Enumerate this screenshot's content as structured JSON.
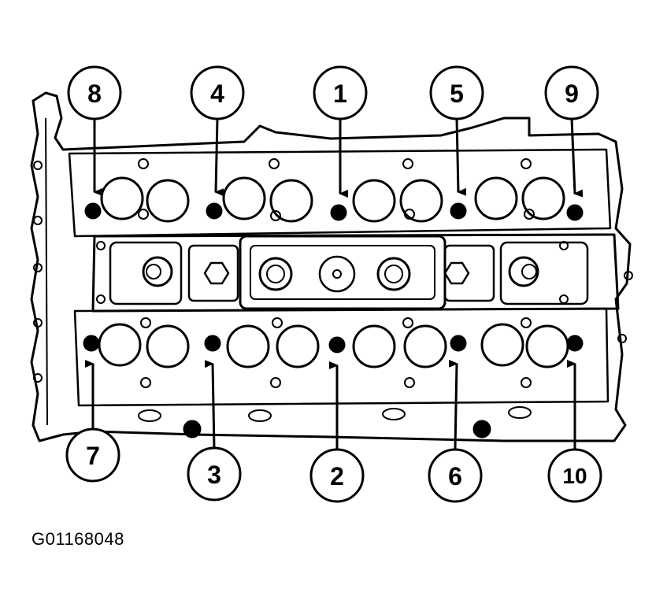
{
  "figure_id": "G01168048",
  "callouts": [
    {
      "label": "1",
      "bolt": "bolt-1"
    },
    {
      "label": "2",
      "bolt": "bolt-2"
    },
    {
      "label": "3",
      "bolt": "bolt-3"
    },
    {
      "label": "4",
      "bolt": "bolt-4"
    },
    {
      "label": "5",
      "bolt": "bolt-5"
    },
    {
      "label": "6",
      "bolt": "bolt-6"
    },
    {
      "label": "7",
      "bolt": "bolt-7"
    },
    {
      "label": "8",
      "bolt": "bolt-8"
    },
    {
      "label": "9",
      "bolt": "bolt-9"
    },
    {
      "label": "10",
      "bolt": "bolt-10"
    }
  ]
}
